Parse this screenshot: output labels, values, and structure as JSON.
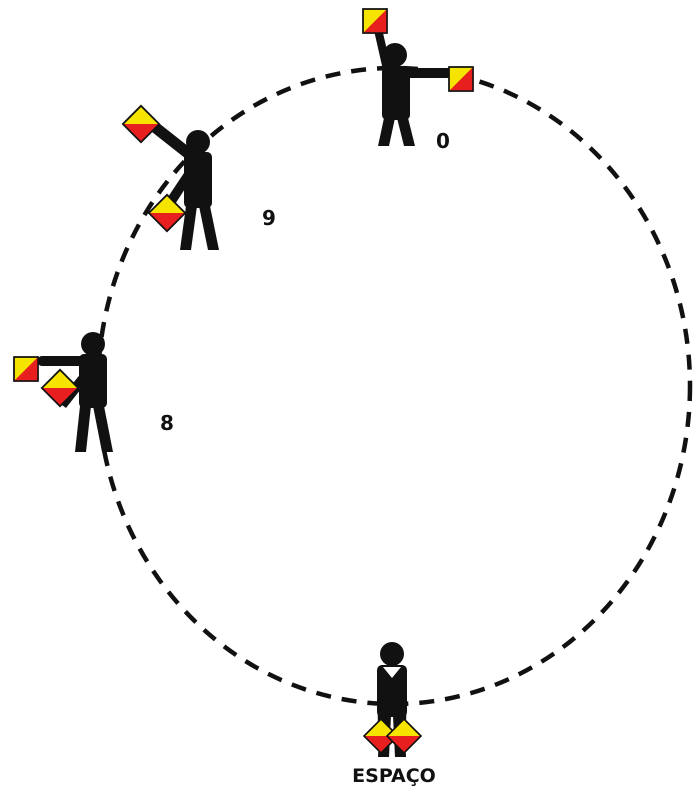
{
  "diagram": {
    "positions": [
      {
        "id": "zero",
        "label": "0"
      },
      {
        "id": "nine",
        "label": "9"
      },
      {
        "id": "eight",
        "label": "8"
      },
      {
        "id": "space",
        "label": "ESPAÇO"
      }
    ]
  },
  "colors": {
    "figure": "#111111",
    "flag_red": "#e81f1f",
    "flag_yellow": "#f5e400",
    "circle": "#111111",
    "background": "#ffffff"
  },
  "icons": [
    "semaphore-signaller-icon",
    "semaphore-flag-icon"
  ]
}
